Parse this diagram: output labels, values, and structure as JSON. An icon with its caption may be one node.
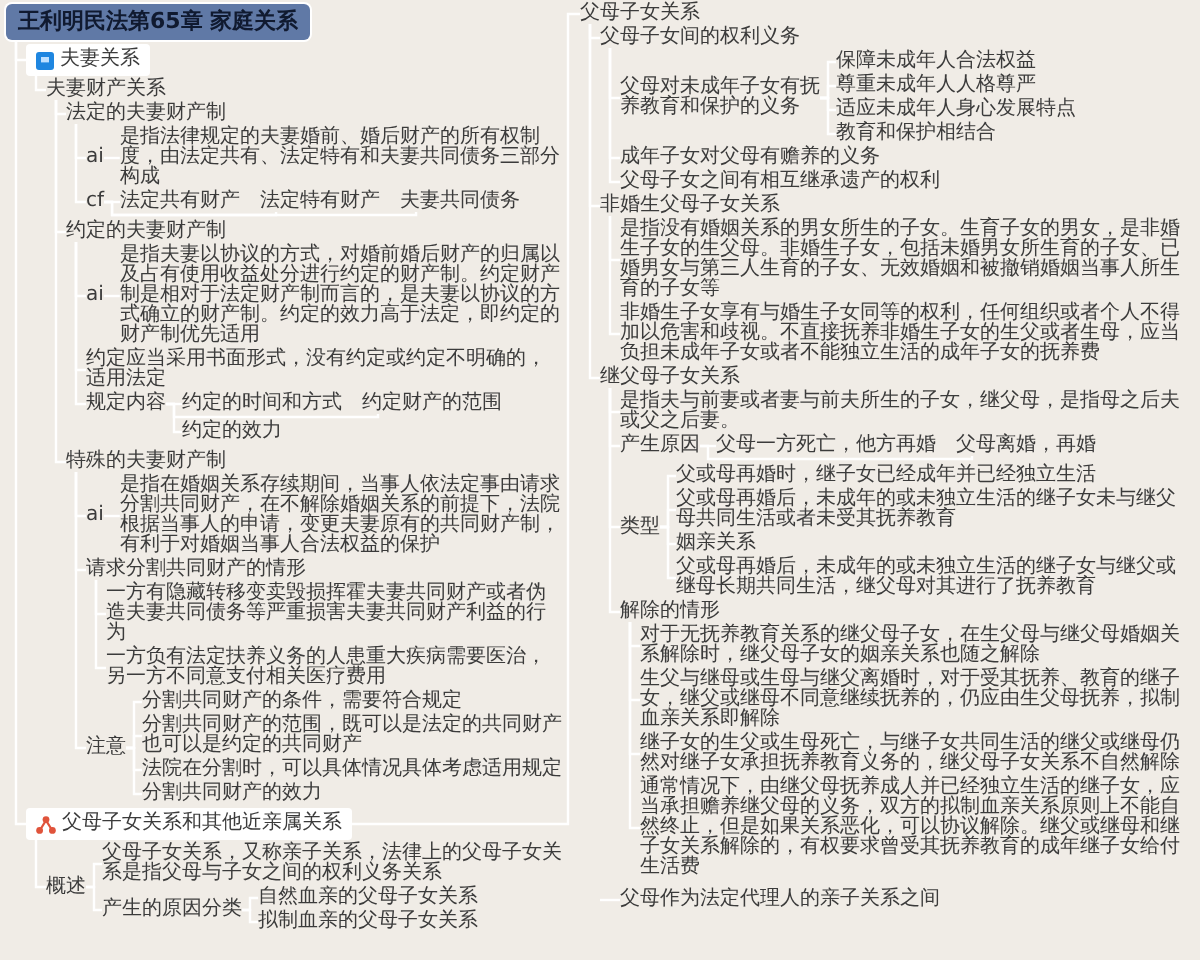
{
  "diagram": {
    "nodes": [
      {
        "text": [
          "王利明民法第65章 家庭关系"
        ]
      },
      {
        "text": [
          "夫妻关系"
        ]
      },
      {
        "text": [
          "夫妻财产关系"
        ]
      },
      {
        "text": [
          "法定的夫妻财产制"
        ]
      },
      {
        "text": [
          "ai"
        ]
      },
      {
        "text": [
          "是指法律规定的夫妻婚前、婚后财产的所有权制度，由法定共有、法定特有和夫妻共同债务三部分构成"
        ]
      },
      {
        "text": [
          "cf"
        ]
      },
      {
        "text": [
          "法定共有财产"
        ]
      },
      {
        "text": [
          "法定特有财产"
        ]
      },
      {
        "text": [
          "夫妻共同债务"
        ]
      },
      {
        "text": [
          "约定的夫妻财产制"
        ]
      },
      {
        "text": [
          "ai"
        ]
      },
      {
        "text": [
          "是指夫妻以协议的方式，对婚前婚后财产的归属以及占有使用收益处分进行约定的财产制。约定财产制是相对于法定财产制而言的，是夫妻以协议的方式确立的财产制。约定的效力高于法定，即约定的财产制优先适用"
        ]
      },
      {
        "text": [
          "约定应当采用书面形式，没有约定或约定不明确的，适用法定"
        ]
      },
      {
        "text": [
          "规定内容"
        ]
      },
      {
        "text": [
          "约定的时间和方式"
        ]
      },
      {
        "text": [
          "约定财产的范围"
        ]
      },
      {
        "text": [
          "约定的效力"
        ]
      },
      {
        "text": [
          "特殊的夫妻财产制"
        ]
      },
      {
        "text": [
          "ai"
        ]
      },
      {
        "text": [
          "是指在婚姻关系存续期间，当事人依法定事由请求分割共同财产，在不解除婚姻关系的前提下，法院根据当事人的申请，变更夫妻原有的共同财产制，有利于对婚姻当事人合法权益的保护"
        ]
      },
      {
        "text": [
          "请求分割共同财产的情形"
        ]
      },
      {
        "text": [
          "一方有隐藏转移变卖毁损挥霍夫妻共同财产或者伪造夫妻共同债务等严重损害夫妻共同财产利益的行为"
        ]
      },
      {
        "text": [
          "一方负有法定扶养义务的人患重大疾病需要医治，另一方不同意支付相关医疗费用"
        ]
      },
      {
        "text": [
          "注意"
        ]
      },
      {
        "text": [
          "分割共同财产的条件，需要符合规定"
        ]
      },
      {
        "text": [
          "分割共同财产的范围，既可以是法定的共同财产也可以是约定的共同财产"
        ]
      },
      {
        "text": [
          "法院在分割时，可以具体情况具体考虑适用规定"
        ]
      },
      {
        "text": [
          "分割共同财产的效力"
        ]
      },
      {
        "text": [
          "父母子女关系和其他近亲属关系"
        ]
      },
      {
        "text": [
          "概述"
        ]
      },
      {
        "text": [
          "父母子女关系，又称亲子关系，法律上的父母子女关系是指父母与子女之间的权利义务关系"
        ]
      },
      {
        "text": [
          "产生的原因分类"
        ]
      },
      {
        "text": [
          "自然血亲的父母子女关系"
        ]
      },
      {
        "text": [
          "拟制血亲的父母子女关系"
        ]
      },
      {
        "text": [
          "父母子女关系"
        ]
      },
      {
        "text": [
          "父母子女间的权利义务"
        ]
      },
      {
        "text": [
          "父母对未成年子女有抚养教育和保护的义务"
        ]
      },
      {
        "text": [
          "保障未成年人合法权益"
        ]
      },
      {
        "text": [
          "尊重未成年人人格尊严"
        ]
      },
      {
        "text": [
          "适应未成年人身心发展特点"
        ]
      },
      {
        "text": [
          "教育和保护相结合"
        ]
      },
      {
        "text": [
          "成年子女对父母有赡养的义务"
        ]
      },
      {
        "text": [
          "父母子女之间有相互继承遗产的权利"
        ]
      },
      {
        "text": [
          "非婚生父母子女关系"
        ]
      },
      {
        "text": [
          "是指没有婚姻关系的男女所生的子女。生育子女的男女，是非婚生子女的生父母。非婚生子女，包括未婚男女所生育的子女、已婚男女与第三人生育的子女、无效婚姻和被撤销婚姻当事人所生育的子女等"
        ]
      },
      {
        "text": [
          "非婚生子女享有与婚生子女同等的权利，任何组织或者个人不得加以危害和歧视。不直接抚养非婚生子女的生父或者生母，应当负担未成年子女或者不能独立生活的成年子女的抚养费"
        ]
      },
      {
        "text": [
          "继父母子女关系"
        ]
      },
      {
        "text": [
          "是指夫与前妻或者妻与前夫所生的子女，继父母，是指母之后夫或父之后妻。"
        ]
      },
      {
        "text": [
          "产生原因"
        ]
      },
      {
        "text": [
          "父母一方死亡，他方再婚"
        ]
      },
      {
        "text": [
          "父母离婚，再婚"
        ]
      },
      {
        "text": [
          "类型"
        ]
      },
      {
        "text": [
          "父或母再婚时，继子女已经成年并已经独立生活"
        ]
      },
      {
        "text": [
          "父或母再婚后，未成年的或未独立生活的继子女未与继父母共同生活或者未受其抚养教育"
        ]
      },
      {
        "text": [
          "姻亲关系"
        ]
      },
      {
        "text": [
          "父或母再婚后，未成年的或未独立生活的继子女与继父或继母长期共同生活，继父母对其进行了抚养教育"
        ]
      },
      {
        "text": [
          "解除的情形"
        ]
      },
      {
        "text": [
          "对于无抚养教育关系的继父母子女，在生父母与继父母婚姻关系解除时，继父母子女的姻亲关系也随之解除"
        ]
      },
      {
        "text": [
          "生父与继母或生母与继父离婚时，对于受其抚养、教育的继子女，继父或继母不同意继续抚养的，仍应由生父母抚养，拟制血亲关系即解除"
        ]
      },
      {
        "text": [
          "继子女的生父或生母死亡，与继子女共同生活的继父或继母仍然对继子女承担抚养教育义务的，继父母子女关系不自然解除"
        ]
      },
      {
        "text": [
          "通常情况下，由继父母抚养成人并已经独立生活的继子女，应当承担赡养继父母的义务，双方的拟制血亲关系原则上不能自然终止，但是如果关系恶化，可以协议解除。继父或继母和继子女关系解除的，有权要求曾受其抚养教育的成年继子女给付生活费"
        ]
      },
      {
        "text": [
          "父母作为法定代理人的亲子关系之间"
        ]
      }
    ],
    "edges": [
      {
        "from": 0,
        "to": 1,
        "arrow": "none"
      },
      {
        "from": 1,
        "to": 2,
        "arrow": "none"
      },
      {
        "from": 2,
        "to": 3,
        "arrow": "none"
      },
      {
        "from": 3,
        "to": 4,
        "arrow": "none"
      },
      {
        "from": 4,
        "to": 5,
        "arrow": "none"
      },
      {
        "from": 3,
        "to": 6,
        "arrow": "none"
      },
      {
        "from": 6,
        "to": 7,
        "arrow": "none"
      },
      {
        "from": 6,
        "to": 8,
        "arrow": "none"
      },
      {
        "from": 6,
        "to": 9,
        "arrow": "none"
      },
      {
        "from": 2,
        "to": 10,
        "arrow": "none"
      },
      {
        "from": 10,
        "to": 11,
        "arrow": "none"
      },
      {
        "from": 11,
        "to": 12,
        "arrow": "none"
      },
      {
        "from": 10,
        "to": 13,
        "arrow": "none"
      },
      {
        "from": 10,
        "to": 14,
        "arrow": "none"
      },
      {
        "from": 14,
        "to": 15,
        "arrow": "none"
      },
      {
        "from": 14,
        "to": 16,
        "arrow": "none"
      },
      {
        "from": 14,
        "to": 17,
        "arrow": "none"
      },
      {
        "from": 2,
        "to": 18,
        "arrow": "none"
      },
      {
        "from": 18,
        "to": 19,
        "arrow": "none"
      },
      {
        "from": 19,
        "to": 20,
        "arrow": "none"
      },
      {
        "from": 18,
        "to": 21,
        "arrow": "none"
      },
      {
        "from": 21,
        "to": 22,
        "arrow": "none"
      },
      {
        "from": 21,
        "to": 23,
        "arrow": "none"
      },
      {
        "from": 18,
        "to": 24,
        "arrow": "none"
      },
      {
        "from": 24,
        "to": 25,
        "arrow": "none"
      },
      {
        "from": 24,
        "to": 26,
        "arrow": "none"
      },
      {
        "from": 24,
        "to": 27,
        "arrow": "none"
      },
      {
        "from": 24,
        "to": 28,
        "arrow": "none"
      },
      {
        "from": 0,
        "to": 29,
        "arrow": "none"
      },
      {
        "from": 29,
        "to": 30,
        "arrow": "none"
      },
      {
        "from": 30,
        "to": 31,
        "arrow": "none"
      },
      {
        "from": 30,
        "to": 32,
        "arrow": "none"
      },
      {
        "from": 32,
        "to": 33,
        "arrow": "none"
      },
      {
        "from": 32,
        "to": 34,
        "arrow": "none"
      },
      {
        "from": 29,
        "to": 35,
        "arrow": "none"
      },
      {
        "from": 35,
        "to": 36,
        "arrow": "none"
      },
      {
        "from": 36,
        "to": 37,
        "arrow": "none"
      },
      {
        "from": 37,
        "to": 38,
        "arrow": "none"
      },
      {
        "from": 37,
        "to": 39,
        "arrow": "none"
      },
      {
        "from": 37,
        "to": 40,
        "arrow": "none"
      },
      {
        "from": 37,
        "to": 41,
        "arrow": "none"
      },
      {
        "from": 36,
        "to": 42,
        "arrow": "none"
      },
      {
        "from": 36,
        "to": 43,
        "arrow": "none"
      },
      {
        "from": 35,
        "to": 44,
        "arrow": "none"
      },
      {
        "from": 44,
        "to": 45,
        "arrow": "none"
      },
      {
        "from": 44,
        "to": 46,
        "arrow": "none"
      },
      {
        "from": 35,
        "to": 47,
        "arrow": "none"
      },
      {
        "from": 47,
        "to": 48,
        "arrow": "none"
      },
      {
        "from": 47,
        "to": 49,
        "arrow": "none"
      },
      {
        "from": 49,
        "to": 50,
        "arrow": "none"
      },
      {
        "from": 49,
        "to": 51,
        "arrow": "none"
      },
      {
        "from": 47,
        "to": 52,
        "arrow": "none"
      },
      {
        "from": 52,
        "to": 53,
        "arrow": "none"
      },
      {
        "from": 52,
        "to": 54,
        "arrow": "none"
      },
      {
        "from": 52,
        "to": 55,
        "arrow": "none"
      },
      {
        "from": 52,
        "to": 56,
        "arrow": "none"
      },
      {
        "from": 47,
        "to": 57,
        "arrow": "none"
      },
      {
        "from": 57,
        "to": 58,
        "arrow": "none"
      },
      {
        "from": 57,
        "to": 59,
        "arrow": "none"
      },
      {
        "from": 57,
        "to": 60,
        "arrow": "none"
      },
      {
        "from": 57,
        "to": 61,
        "arrow": "none"
      },
      {
        "from": null,
        "to": 62,
        "arrow": "none"
      }
    ]
  }
}
